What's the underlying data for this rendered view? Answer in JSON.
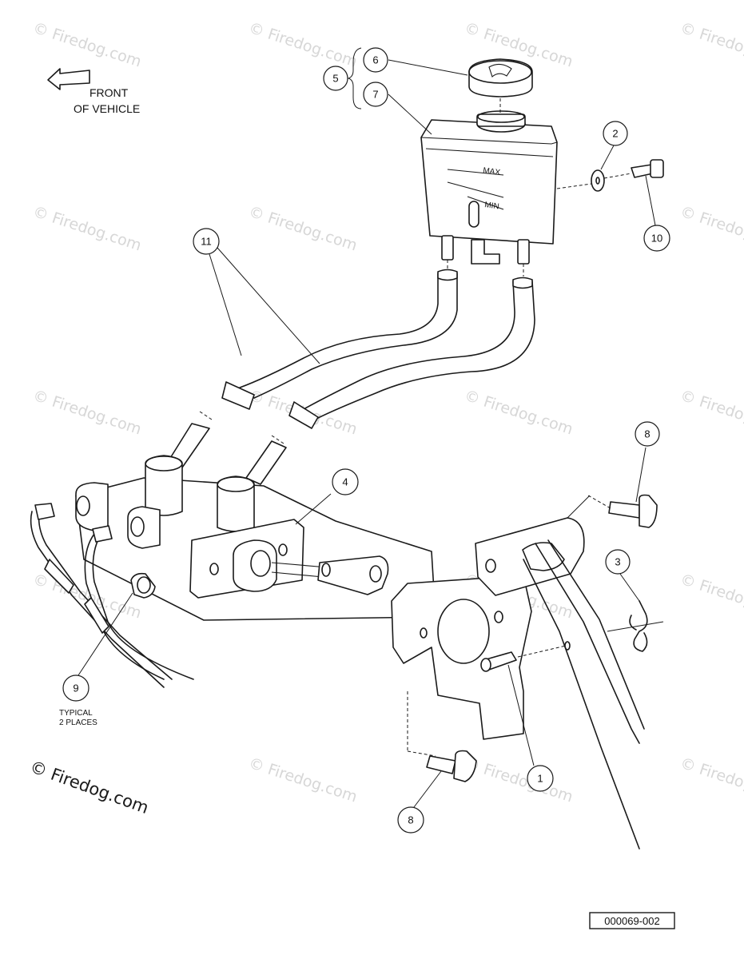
{
  "front_label": [
    "FRONT",
    "OF VEHICLE"
  ],
  "reservoir": {
    "max_label": "MAX",
    "min_label": "MIN"
  },
  "callouts": [
    "1",
    "2",
    "3",
    "4",
    "5",
    "6",
    "7",
    "8",
    "8",
    "9",
    "10",
    "11"
  ],
  "typical_note": [
    "TYPICAL",
    "2 PLACES"
  ],
  "watermark": "© Firedog.com",
  "drawing_number": "000069-002"
}
